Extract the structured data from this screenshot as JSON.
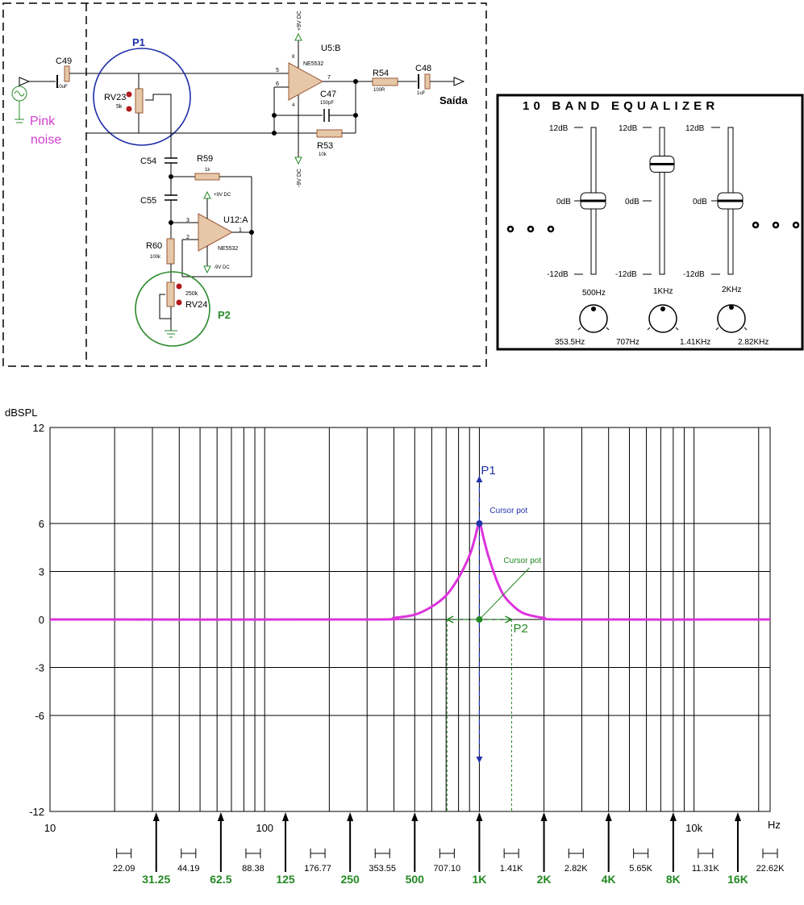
{
  "schematic": {
    "p1_label": "P1",
    "p2_label": "P2",
    "c49": "C49",
    "c49_val": "10uF",
    "rv23": "RV23",
    "rv23_val": "5k",
    "u5": "U5:B",
    "u5_chip": "NE5532",
    "pin5": "5",
    "pin6": "6",
    "pin7": "7",
    "pin8": "8",
    "pin4": "4",
    "u5_vplus": "+9V DC",
    "u5_vminus": "-9V DC",
    "r54": "R54",
    "r54_val": "100R",
    "c48": "C48",
    "c48_val": "1uF",
    "output": "Saída",
    "c47": "C47",
    "c47_val": "150pF",
    "r53": "R53",
    "r53_val": "10k",
    "c54": "C54",
    "r59": "R59",
    "r59_val": "1k",
    "c55": "C55",
    "u12": "U12:A",
    "u12_chip": "NE5532",
    "u12_vplus": "+9V DC",
    "u12_vminus": "-9V DC",
    "pin3": "3",
    "pin2": "2",
    "pin1": "1",
    "r60": "R60",
    "r60_val": "100k",
    "rv24": "RV24",
    "rv24_val": "250k",
    "source_line1": "Pink",
    "source_line2": "noise"
  },
  "equalizer": {
    "title": "10 BAND EQUALIZER",
    "faders": [
      {
        "top": "12dB",
        "mid": "0dB",
        "bottom": "-12dB",
        "level_db": 0
      },
      {
        "top": "12dB",
        "mid": "0dB",
        "bottom": "-12dB",
        "level_db": 6
      },
      {
        "top": "12dB",
        "mid": "0dB",
        "bottom": "-12dB",
        "level_db": 0
      }
    ],
    "knobs": [
      "500Hz",
      "1KHz",
      "2KHz"
    ],
    "bounds": [
      "353.5Hz",
      "707Hz",
      "1.41KHz",
      "2.82KHz"
    ]
  },
  "chart_data": {
    "type": "line",
    "ylabel": "dBSPL",
    "xlabel": "Hz",
    "x_scale": "log",
    "xlim": [
      10,
      22620
    ],
    "ylim": [
      -12,
      12
    ],
    "y_ticks": [
      "12",
      "6",
      "3",
      "0",
      "-3",
      "-6",
      "-12"
    ],
    "x_major_labels": [
      "10",
      "100",
      "10k"
    ],
    "series": [
      {
        "x": [
          10,
          300,
          400,
          500,
          600,
          700,
          800,
          900,
          950,
          1000,
          1050,
          1100,
          1200,
          1300,
          1450,
          1600,
          1800,
          2000,
          2500,
          22620
        ],
        "y": [
          0,
          0,
          0.1,
          0.3,
          0.8,
          1.5,
          2.6,
          4.0,
          5.0,
          6.0,
          5.0,
          4.0,
          2.5,
          1.5,
          0.8,
          0.4,
          0.2,
          0.1,
          0,
          0
        ]
      }
    ],
    "annotations": {
      "p1": "P1",
      "p2": "P2",
      "cursor1": "Cursor pot",
      "cursor2": "Cursor pot"
    },
    "center_freqs": [
      "31.25",
      "62.5",
      "125",
      "250",
      "500",
      "1K",
      "2K",
      "4K",
      "8K",
      "16K"
    ],
    "band_edges": [
      "22.09",
      "44.19",
      "88.38",
      "176.77",
      "353.55",
      "707.10",
      "1.41K",
      "2.82K",
      "5.65K",
      "11.31K",
      "22.62K"
    ],
    "colors": {
      "curve": "#dd33dd",
      "p1": "#2233aa",
      "p2": "#228822",
      "center": "#228822"
    }
  }
}
